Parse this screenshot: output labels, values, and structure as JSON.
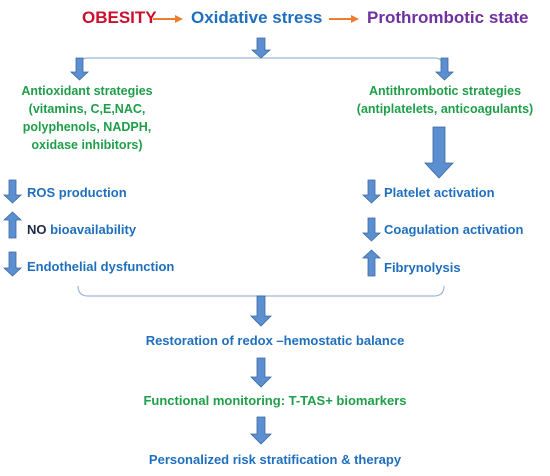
{
  "header": {
    "obesity": "OBESITY",
    "stress": "Oxidative stress",
    "prothrombotic": "Prothrombotic state"
  },
  "antioxidant": {
    "lines": [
      "Antioxidant strategies",
      "(vitamins, C,E,NAC,",
      "polyphenols, NADPH,",
      "oxidase inhibitors)"
    ]
  },
  "antithrombotic": {
    "lines": [
      "Antithrombotic strategies",
      "(antiplatelets, anticoagulants)"
    ]
  },
  "left_items": {
    "ros": "ROS production",
    "no_prefix": "NO",
    "no_rest": " bioavailability",
    "endothelial": "Endothelial dysfunction"
  },
  "right_items": {
    "platelet": "Platelet activation",
    "coagulation": "Coagulation activation",
    "fibrinolysis": "Fibrynolysis"
  },
  "bottom": {
    "restoration": "Restoration of redox –hemostatic balance",
    "monitoring": "Functional monitoring: T-TAS+ biomarkers",
    "personalized": "Personalized risk stratification & therapy"
  },
  "colors": {
    "red": "#c8102e",
    "blue": "#1f6fbf",
    "purple": "#7030a0",
    "green": "#1f9e49",
    "orange": "#ed7d31",
    "arrow_fill": "#5b8fd0",
    "arrow_stroke": "#3a6aa6",
    "connector": "#9db7d8",
    "dark": "#1c2a48"
  }
}
